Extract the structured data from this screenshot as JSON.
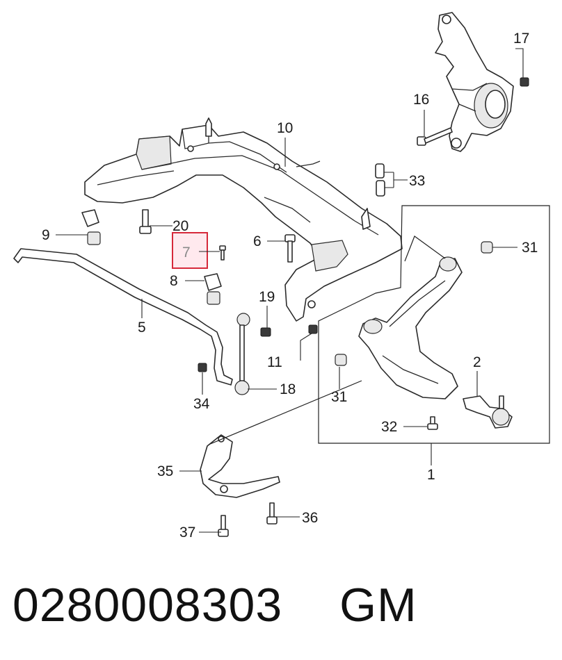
{
  "part_number": "0280008303",
  "brand": "GM",
  "highlighted_callout": "7",
  "highlight_color": "#d6283a",
  "callouts": [
    {
      "id": "c1",
      "label": "1"
    },
    {
      "id": "c2",
      "label": "2"
    },
    {
      "id": "c5",
      "label": "5"
    },
    {
      "id": "c6",
      "label": "6"
    },
    {
      "id": "c7",
      "label": "7"
    },
    {
      "id": "c8",
      "label": "8"
    },
    {
      "id": "c9",
      "label": "9"
    },
    {
      "id": "c10",
      "label": "10"
    },
    {
      "id": "c11",
      "label": "11"
    },
    {
      "id": "c16",
      "label": "16"
    },
    {
      "id": "c17",
      "label": "17"
    },
    {
      "id": "c18",
      "label": "18"
    },
    {
      "id": "c19",
      "label": "19"
    },
    {
      "id": "c20",
      "label": "20"
    },
    {
      "id": "c31a",
      "label": "31"
    },
    {
      "id": "c31b",
      "label": "31"
    },
    {
      "id": "c32",
      "label": "32"
    },
    {
      "id": "c33",
      "label": "33"
    },
    {
      "id": "c34",
      "label": "34"
    },
    {
      "id": "c35",
      "label": "35"
    },
    {
      "id": "c36",
      "label": "36"
    },
    {
      "id": "c37",
      "label": "37"
    }
  ]
}
